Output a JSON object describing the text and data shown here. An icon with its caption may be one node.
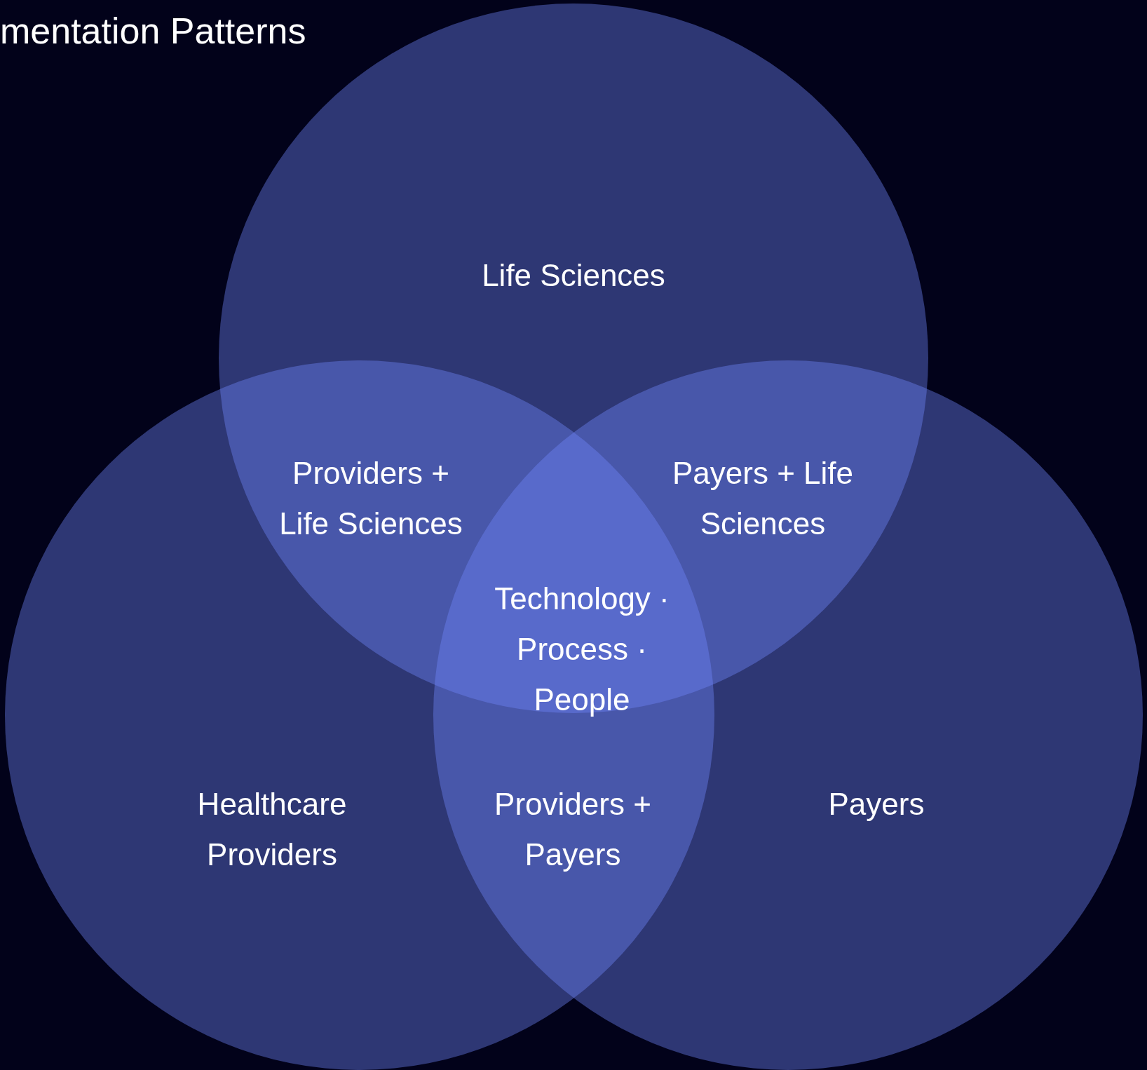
{
  "diagram": {
    "title": "mentation Patterns",
    "nodes": [
      {
        "text": [
          "Life Sciences"
        ]
      },
      {
        "text": [
          "Healthcare Providers"
        ]
      },
      {
        "text": [
          "Payers"
        ]
      }
    ],
    "edges": [],
    "labels": [
      "Providers + Life Sciences",
      "Payers + Life Sciences",
      "Technology · Process · People",
      "Providers + Payers"
    ]
  }
}
